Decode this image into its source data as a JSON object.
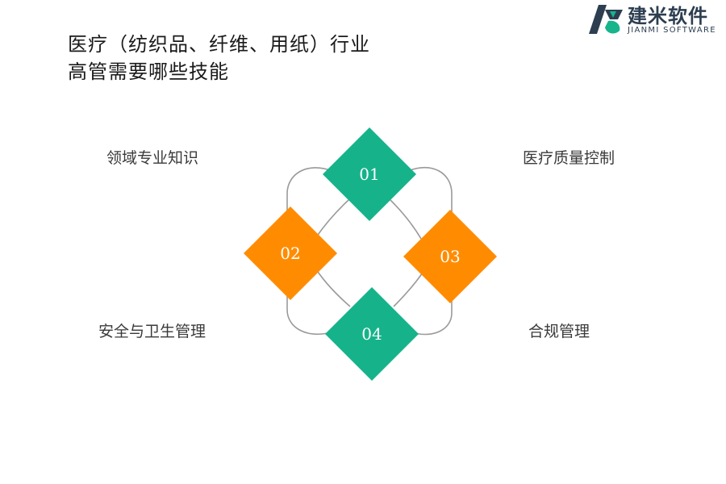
{
  "title": {
    "line1": "医疗（纺织品、纤维、用纸）行业",
    "line2": "高管需要哪些技能"
  },
  "logo": {
    "name": "建米软件",
    "subtitle": "JIANMI SOFTWARE",
    "icon": "jianmi-logo-icon",
    "colors": {
      "dark": "#2c3e50",
      "accent": "#18b48b"
    }
  },
  "diagram": {
    "colors": {
      "green": "#16b38a",
      "orange": "#ff8c00",
      "connector": "#9a9a9a"
    },
    "nodes": [
      {
        "id": "01",
        "label": "领域专业知识",
        "color": "green"
      },
      {
        "id": "02",
        "label": "安全与卫生管理",
        "color": "orange"
      },
      {
        "id": "03",
        "label": "医疗质量控制",
        "color": "orange"
      },
      {
        "id": "04",
        "label": "合规管理",
        "color": "green"
      }
    ]
  }
}
